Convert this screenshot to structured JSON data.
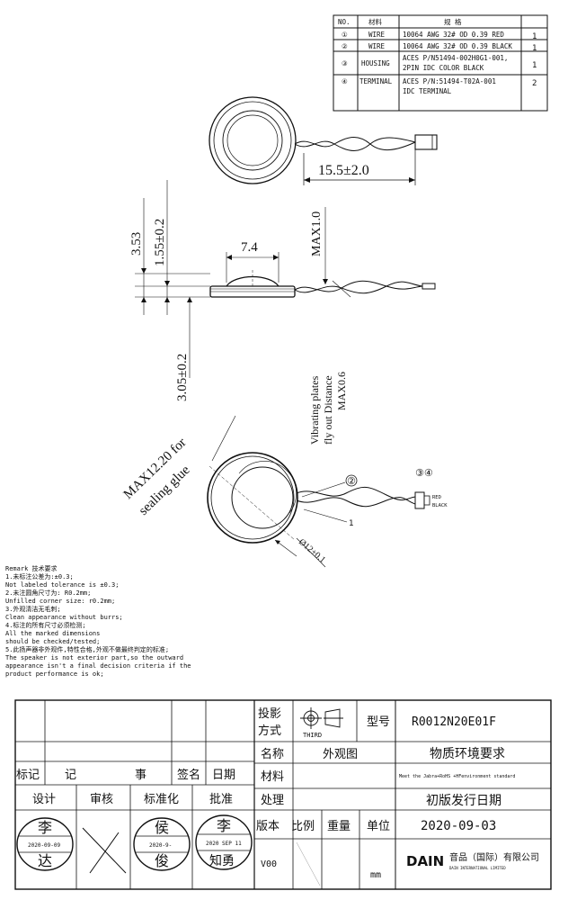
{
  "bom": {
    "headers": [
      "NO.",
      "材料",
      "规 格",
      ""
    ],
    "rows": [
      {
        "no": "①",
        "material": "WIRE",
        "spec": [
          "10064 AWG 32# OD 0.39 RED"
        ],
        "qty": "1"
      },
      {
        "no": "②",
        "material": "WIRE",
        "spec": [
          "10064 AWG 32# OD 0.39 BLACK"
        ],
        "qty": "1"
      },
      {
        "no": "③",
        "material": "HOUSING",
        "spec": [
          "ACES P/N51494-002H0G1-001,",
          "2PIN IDC COLOR BLACK"
        ],
        "qty": "1"
      },
      {
        "no": "④",
        "material": "TERMINAL",
        "spec": [
          "ACES  P/N:51494-T02A-001",
          "IDC TERMINAL"
        ],
        "qty": "2"
      }
    ]
  },
  "dimensions": {
    "wire_length": "15.5±2.0",
    "height_total": "3.53",
    "height_upper": "1.55±0.2",
    "dome_width": "7.4",
    "max_cone": "MAX1.0",
    "height_lower": "3.05±0.2",
    "vibrating_note": [
      "Vibrating plates",
      "fly out Distance",
      "MAX0.6"
    ],
    "glue_note": [
      "MAX12.20 for",
      "sealing glue"
    ],
    "diameter": "Ø12±0.1",
    "callout_2": "②",
    "callout_34": "③④",
    "callout_1": "1",
    "wire_red": "RED",
    "wire_black": "BLACK"
  },
  "remarks": [
    "Remark 技术要求",
    "1.未标注公差为:±0.3;",
    "Not  labeled tolerance is ±0.3;",
    "2.未注圆角尺寸为: R0.2mm;",
    "Unfilled corner size: r0.2mm;",
    "3.外观清洁无毛刺;",
    "Clean appearance without burrs;",
    "4.标注的所有尺寸必须检测;",
    "All the marked dimensions",
    "should be checked/tested;",
    "5.此扬声器非外观件,特性合格,外观不做最终判定的标准;",
    "The speaker is not exterior part,so the outward",
    "appearance isn't a final decision criteria if the",
    "product performance is ok;"
  ],
  "title_block": {
    "projection_label": "投影\n方式",
    "projection_sub": "THIRD",
    "model_label": "型号",
    "model_value": "R0012N20E01F",
    "name_label": "名称",
    "name_value": "外观图",
    "env_title": "物质环境要求",
    "env_text": "Meet the Jabra+RoHS +HFenvironment standard",
    "material_label": "材料",
    "process_label": "处理",
    "release_label": "初版发行日期",
    "release_date": "2020-09-03",
    "version_label": "版本",
    "scale_label": "比例",
    "weight_label": "重量",
    "unit_label": "单位",
    "version_value": "V00",
    "unit_value": "mm",
    "company": "音品（国际）有限公司",
    "company_sub": "DAIN INTERNATIONAL LIMITED",
    "logo": "DAIN",
    "left_headers": [
      "标记",
      "记",
      "事",
      "签名",
      "日期"
    ],
    "sign_headers": [
      "设计",
      "审核",
      "标准化",
      "批准"
    ],
    "stamp1": {
      "top": "李",
      "date": "2020-09-09",
      "bottom": "达"
    },
    "stamp2": {
      "top": "侯",
      "date": "2020-9-",
      "bottom": "俊"
    },
    "stamp3": {
      "top": "李",
      "date": "2020 SEP 11",
      "bottom": "知勇"
    }
  }
}
